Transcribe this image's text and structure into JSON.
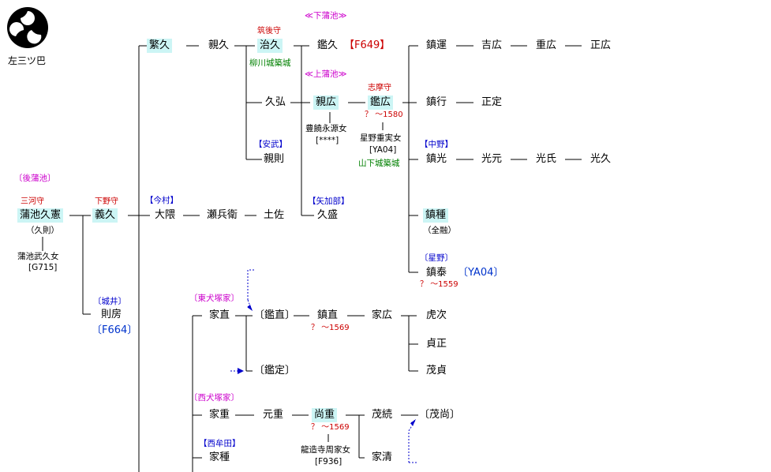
{
  "crest": {
    "caption": "左三ツ巴"
  },
  "branch_labels": {
    "shimo_kamachi": "≪下蒲池≫",
    "kami_kamachi": "≪上蒲池≫",
    "go_kamachi": "〔後蒲池〕",
    "imamura": "【今村】",
    "anbu": "【安武】",
    "yakabe": "【矢加部】",
    "nakano": "【中野】",
    "hoshino": "〔星野〕",
    "jyoui": "〔城井〕",
    "higashi_inuzukake": "〔東犬塚家〕",
    "nishi_inuzukake": "〔西犬塚家〕",
    "nishimuta": "【西牟田】"
  },
  "titles": {
    "mikawa": "三河守",
    "shimotsuke": "下野守",
    "chikugo": "筑後守",
    "shima": "志摩守"
  },
  "people": {
    "kamachi_hisanori": "蒲池久憲",
    "hisanori_alias": "（久則）",
    "hisanori_wife": "蒲池武久女",
    "hisanori_wife_ref": "[G715]",
    "yoshihisa": "義久",
    "shigehisa": "繁久",
    "chikahisa": "親久",
    "haruhisa": "治久",
    "yanagawa": "柳川城築城",
    "akihisa": "鑑久",
    "akihisa_ref": "【F649】",
    "shigeyuki": "鎮運",
    "yoshihiro": "吉広",
    "shigehiro": "重広",
    "masahiro": "正広",
    "hisahiro": "久弘",
    "chikahiro": "親広",
    "akihiro": "鑑広",
    "akihiro_dates": "？ ～1580",
    "chikahiro_wife": "豊饒永源女",
    "chikahiro_wife_ref": "[****]",
    "akihiro_wife": "星野重実女",
    "akihiro_wife_ref": "[YA04]",
    "yamashita": "山下城築城",
    "shigeyuki2": "鎮行",
    "masasada": "正定",
    "chikanori": "親則",
    "shigemitsu": "鎮光",
    "mitsumoto": "光元",
    "mitsuuji": "光氏",
    "mitsuhisa": "光久",
    "oguma": "大隈",
    "sebyoe": "瀬兵衛",
    "tosa": "土佐",
    "hisamori": "久盛",
    "shigetane": "鎮種",
    "zenyu": "（全融）",
    "shigeyasu": "鎮泰",
    "shigeyasu_ref": "〔YA04〕",
    "shigeyasu_dates": "？ ～1559",
    "norifusa": "則房",
    "norifusa_ref": "〔F664〕",
    "ienao": "家直",
    "akinao": "〔鑑直〕",
    "shigenao": "鎮直",
    "shigenao_dates": "？ ～1569",
    "iehiro": "家広",
    "toraji": "虎次",
    "sadamasa": "貞正",
    "shigesada": "茂貞",
    "akisada": "〔鑑定〕",
    "ieshige": "家重",
    "motoshige": "元重",
    "naoshige": "尚重",
    "naoshige_dates": "？ ～1569",
    "naoshige_wife": "龍造寺周家女",
    "naoshige_wife_ref": "[F936]",
    "shigetsugu": "茂続",
    "shigenao2": "〔茂尚〕",
    "iekiyo": "家清",
    "ietane": "家種"
  },
  "colors": {
    "highlight": "#ccf5f5",
    "title_red": "#cc0000",
    "branch_magenta": "#cc00cc",
    "branch_blue": "#0000cc",
    "note_green": "#008000",
    "arrow_blue": "#0000cc"
  },
  "icons": {
    "crest": "tomoe-crest-icon"
  }
}
